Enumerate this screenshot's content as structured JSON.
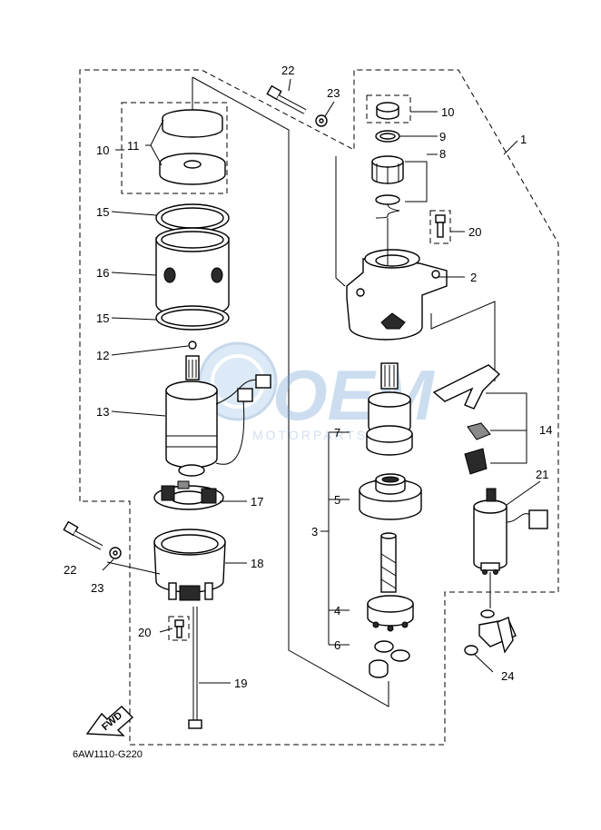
{
  "diagram_code": "6AW1110-G220",
  "fwd_label": "FWD",
  "watermark": {
    "main": "OEM",
    "sub": "MOTORPARTS"
  },
  "callouts": [
    {
      "id": "c1",
      "text": "1"
    },
    {
      "id": "c2",
      "text": "2"
    },
    {
      "id": "c3",
      "text": "3"
    },
    {
      "id": "c4",
      "text": "4"
    },
    {
      "id": "c5",
      "text": "5"
    },
    {
      "id": "c6",
      "text": "6"
    },
    {
      "id": "c7",
      "text": "7"
    },
    {
      "id": "c8",
      "text": "8"
    },
    {
      "id": "c9",
      "text": "9"
    },
    {
      "id": "c10a",
      "text": "10"
    },
    {
      "id": "c10b",
      "text": "10"
    },
    {
      "id": "c11",
      "text": "11"
    },
    {
      "id": "c12",
      "text": "12"
    },
    {
      "id": "c13",
      "text": "13"
    },
    {
      "id": "c14",
      "text": "14"
    },
    {
      "id": "c15a",
      "text": "15"
    },
    {
      "id": "c15b",
      "text": "15"
    },
    {
      "id": "c16",
      "text": "16"
    },
    {
      "id": "c17",
      "text": "17"
    },
    {
      "id": "c18",
      "text": "18"
    },
    {
      "id": "c19",
      "text": "19"
    },
    {
      "id": "c20a",
      "text": "20"
    },
    {
      "id": "c20b",
      "text": "20"
    },
    {
      "id": "c21",
      "text": "21"
    },
    {
      "id": "c22a",
      "text": "22"
    },
    {
      "id": "c22b",
      "text": "22"
    },
    {
      "id": "c23a",
      "text": "23"
    },
    {
      "id": "c23b",
      "text": "23"
    },
    {
      "id": "c24",
      "text": "24"
    }
  ]
}
